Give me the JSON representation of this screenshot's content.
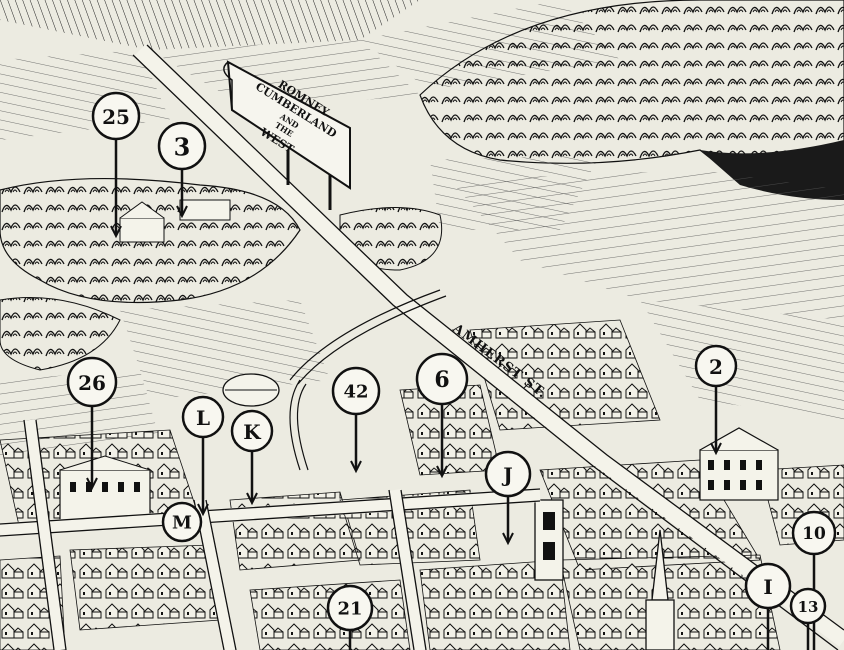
{
  "map": {
    "sign": {
      "line1": "ROMNEY",
      "line2": "CUMBERLAND",
      "line3": "AND",
      "line4": "THE",
      "line5": "WEST"
    },
    "street_label": "AMHERST ST.",
    "markers": [
      {
        "id": "25",
        "label": "25"
      },
      {
        "id": "3",
        "label": "3"
      },
      {
        "id": "26",
        "label": "26"
      },
      {
        "id": "L",
        "label": "L"
      },
      {
        "id": "K",
        "label": "K"
      },
      {
        "id": "M",
        "label": "M"
      },
      {
        "id": "42",
        "label": "42"
      },
      {
        "id": "6",
        "label": "6"
      },
      {
        "id": "J",
        "label": "J"
      },
      {
        "id": "2",
        "label": "2"
      },
      {
        "id": "10",
        "label": "10"
      },
      {
        "id": "I",
        "label": "I"
      },
      {
        "id": "13",
        "label": "13"
      },
      {
        "id": "21",
        "label": "21"
      }
    ],
    "colors": {
      "paper": "#ecebe1",
      "ink": "#111111",
      "road": "#f4f3ea"
    }
  }
}
